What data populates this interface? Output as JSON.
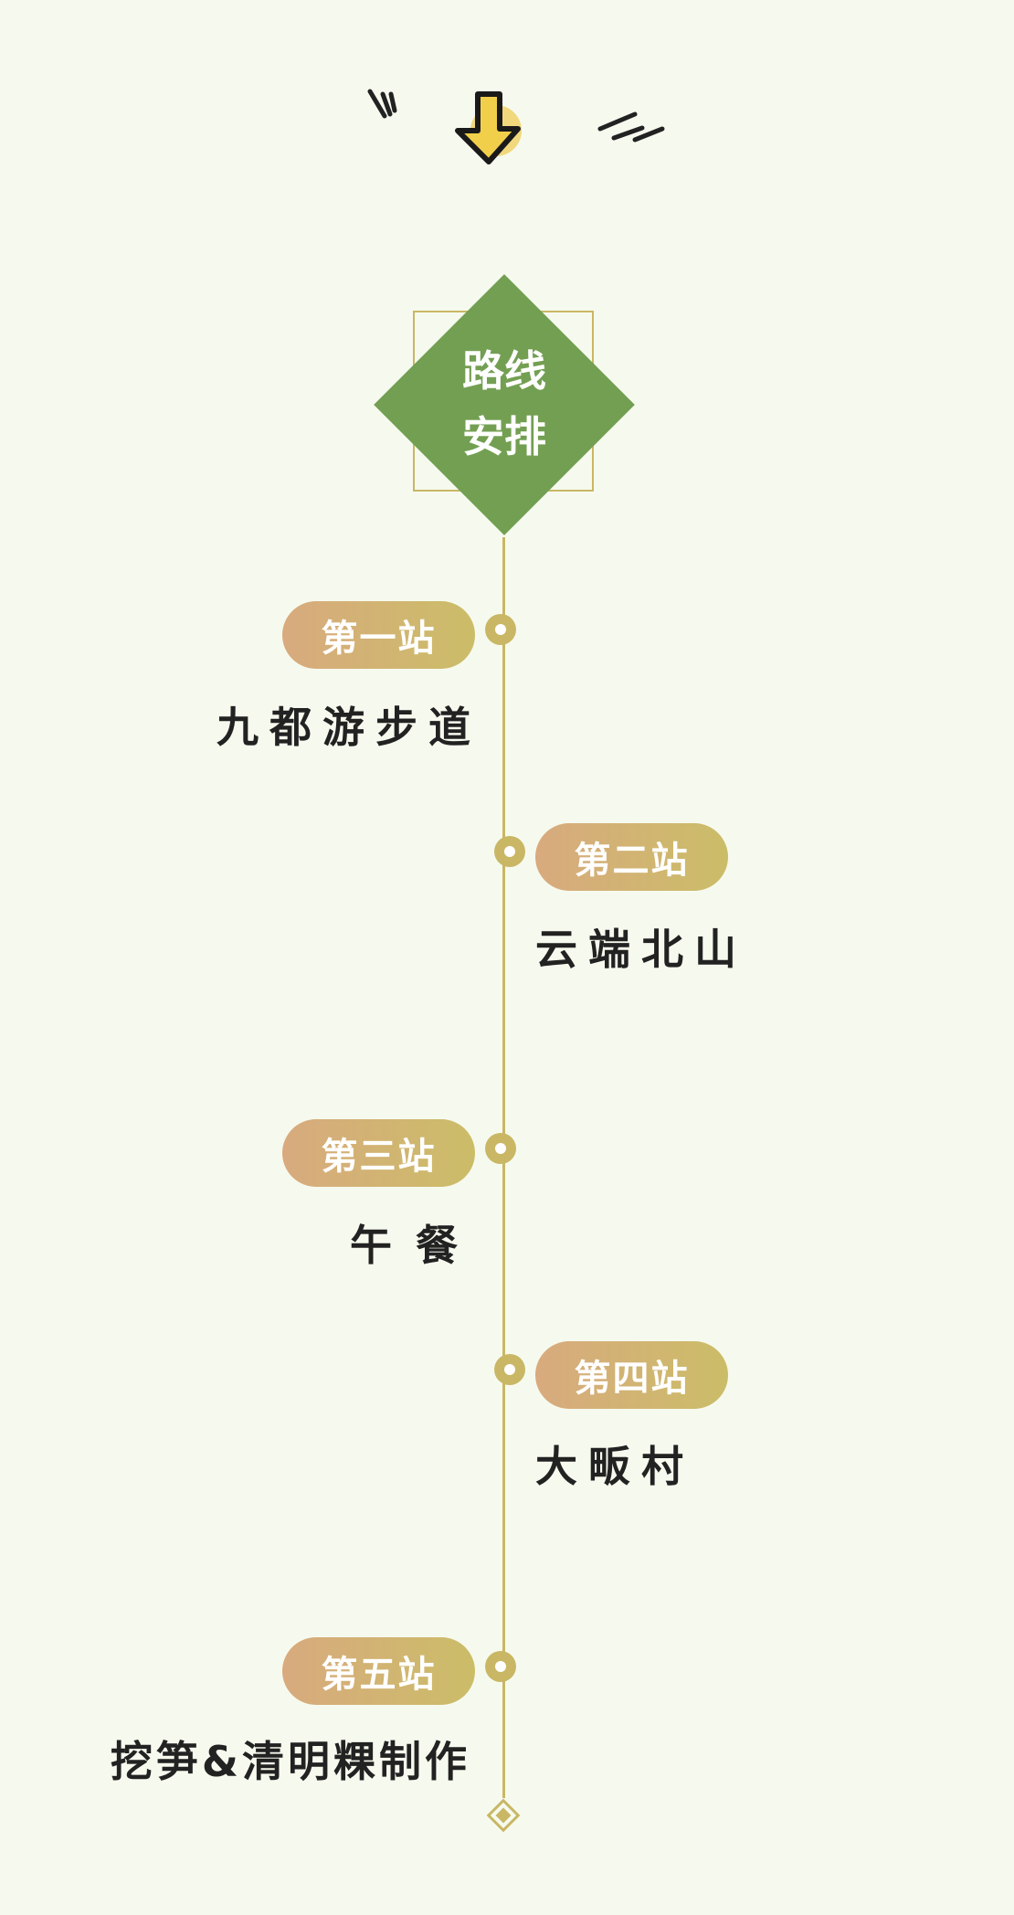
{
  "header": {
    "title_line1": "路线",
    "title_line2": "安排"
  },
  "colors": {
    "background": "#f6faee",
    "green": "#739f52",
    "gold": "#c9b765",
    "pill_start": "#d8aa7e",
    "pill_end": "#cbbd68"
  },
  "icons": {
    "top": "down-arrow-icon",
    "end": "diamond-icon"
  },
  "stations": [
    {
      "label": "第一站",
      "name": "九都游步道"
    },
    {
      "label": "第二站",
      "name": "云端北山"
    },
    {
      "label": "第三站",
      "name": "午餐"
    },
    {
      "label": "第四站",
      "name": "大畈村"
    },
    {
      "label": "第五站",
      "name": "挖笋&清明粿制作"
    }
  ]
}
